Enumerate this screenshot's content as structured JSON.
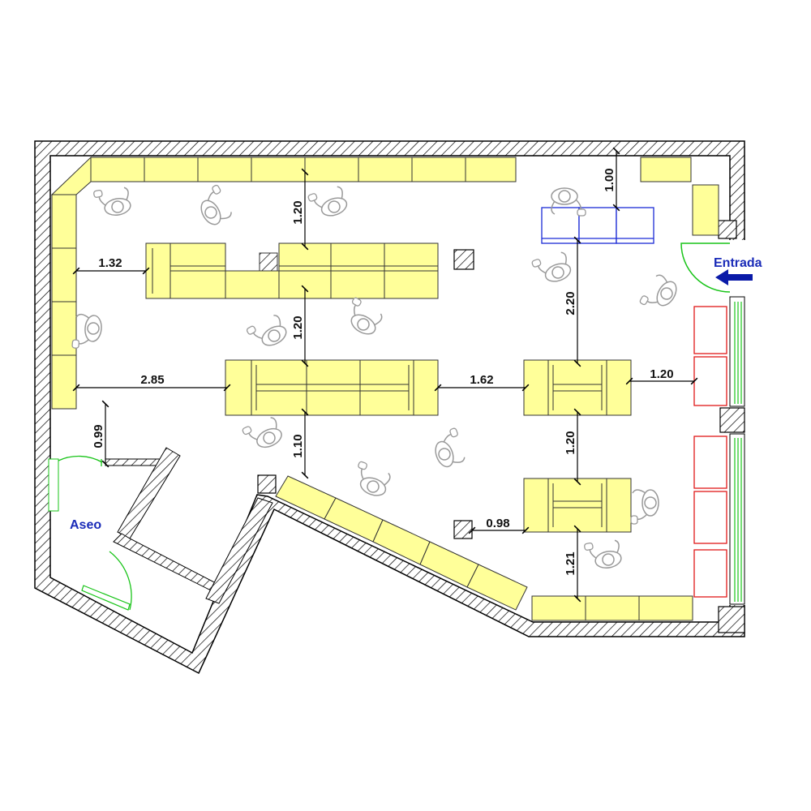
{
  "labels": {
    "entrance": "Entrada",
    "toilet": "Aseo"
  },
  "dimensions": [
    {
      "id": "top-right-clearance",
      "text": "1.00"
    },
    {
      "id": "top-aisle",
      "text": "1.20"
    },
    {
      "id": "left-gap",
      "text": "1.32"
    },
    {
      "id": "middle-aisle",
      "text": "1.20"
    },
    {
      "id": "right-aisle-upper",
      "text": "2.20"
    },
    {
      "id": "left-to-center",
      "text": "2.85"
    },
    {
      "id": "center-to-right",
      "text": "1.62"
    },
    {
      "id": "right-to-wall",
      "text": "1.20"
    },
    {
      "id": "toilet-gap",
      "text": "0.99"
    },
    {
      "id": "center-to-diagonal",
      "text": "1.10"
    },
    {
      "id": "right-middle-gap",
      "text": "1.20"
    },
    {
      "id": "column-to-island",
      "text": "0.98"
    },
    {
      "id": "island-to-bottom",
      "text": "1.21"
    }
  ],
  "colors": {
    "wall_hatch": "#000000",
    "shelving": "#ffff99",
    "checkout_counter": "#1b2bd6",
    "display_racks": "#e01818",
    "doors": "#19c419",
    "labels": "#1a2bb8",
    "entrance_arrow": "#0a1aa8"
  },
  "icons": [
    "person-icon",
    "entrance-arrow-icon",
    "column-icon"
  ]
}
